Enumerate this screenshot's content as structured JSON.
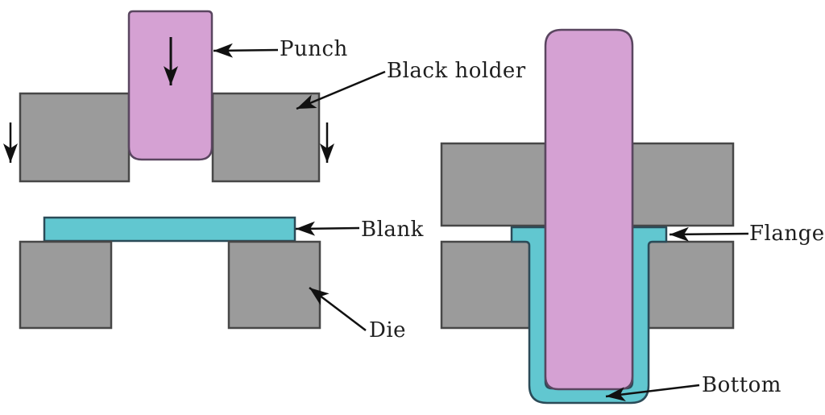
{
  "labels": {
    "punch": "Punch",
    "black_holder": "Black holder",
    "blank": "Blank",
    "die": "Die",
    "flange": "Flange",
    "bottom": "Bottom"
  },
  "colors": {
    "punch_fill": "#d5a1d3",
    "punch_outline": "#5a4660",
    "blank_fill": "#61c7d0",
    "blank_outline": "#2b4b58",
    "tooling_fill": "#9b9b9b",
    "tooling_outline": "#474747",
    "arrow": "#111111",
    "text": "#1e1e1e",
    "background": "#ffffff"
  }
}
